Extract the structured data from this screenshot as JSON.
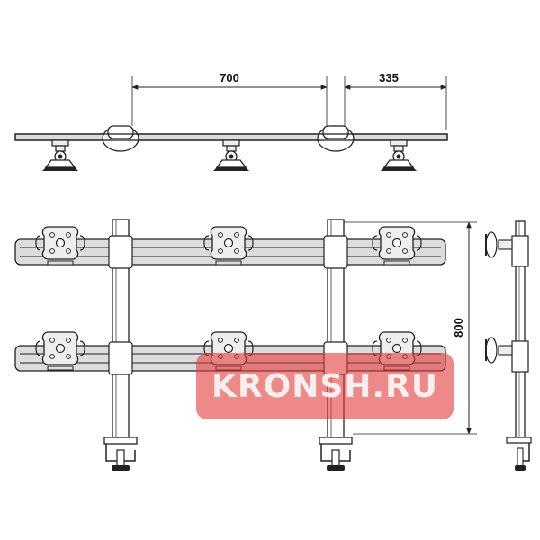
{
  "dimensions": {
    "top_span": "700",
    "end_offset": "335",
    "height": "800"
  },
  "watermark": {
    "text": "KRONSH.RU",
    "color": "#e23b3b"
  },
  "colors": {
    "line": "#222222",
    "bar_fill": "#dcdcdc",
    "plate_fill": "#eeeeee"
  }
}
